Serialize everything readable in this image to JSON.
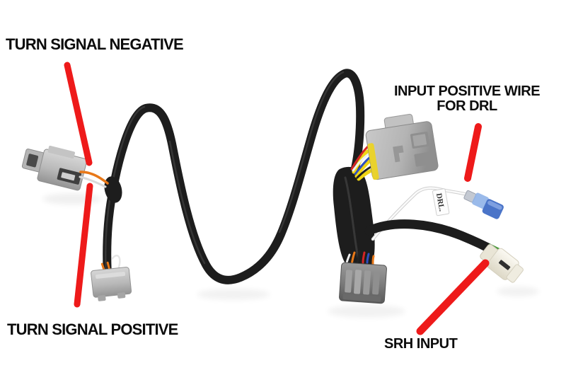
{
  "annotations": {
    "turn_signal_negative": "TURN SIGNAL NEGATIVE",
    "turn_signal_positive": "TURN SIGNAL POSITIVE",
    "input_positive_line1": "INPUT POSITIVE WIRE",
    "input_positive_line2": "FOR DRL",
    "srh_input": "SRH INPUT"
  },
  "harness": {
    "drl_tag_label": "DRL."
  },
  "colors": {
    "background": "#ffffff",
    "label_text": "#0c0c0c",
    "annotation_red": "#ee1a1a",
    "cable_black": "#1d1d1d",
    "cable_highlight": "#4a4a4a",
    "connector_light_gray": "#c6c6c6",
    "connector_mid_gray": "#9b9b9b",
    "connector_dark_gray": "#7c7c7c",
    "srh_connector_white": "#f5f2e8",
    "drl_connector_blue": "#4a74c8",
    "drl_sleeve_blue": "#8fb2e8",
    "wire_orange": "#e87818",
    "wire_yellow": "#f0d513",
    "wire_red": "#d42424",
    "wire_blue": "#2d4fc0",
    "wire_white": "#efefef",
    "wire_green": "#4a9a3a"
  }
}
